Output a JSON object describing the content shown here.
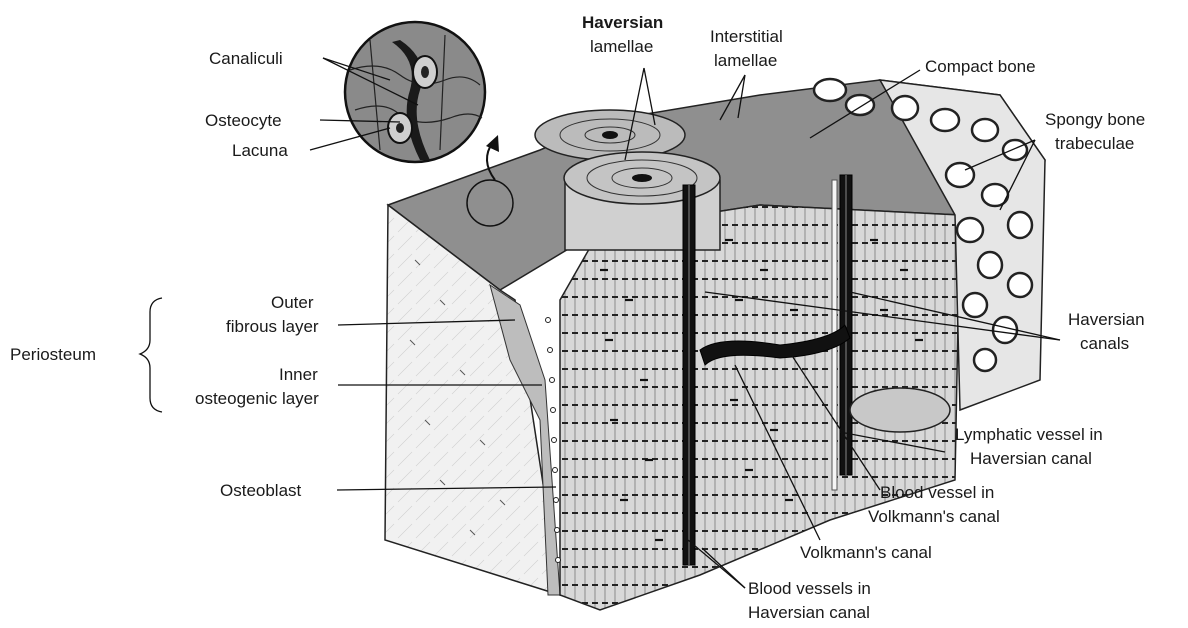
{
  "labels": {
    "haversian_lamellae": [
      "Haversian",
      "lamellae"
    ],
    "interstitial_lamellae": [
      "Interstitial",
      "lamellae"
    ],
    "compact_bone": "Compact bone",
    "spongy_bone_trabeculae": [
      "Spongy bone",
      "trabeculae"
    ],
    "canaliculi": "Canaliculi",
    "osteocyte": "Osteocyte",
    "lacuna": "Lacuna",
    "periosteum": "Periosteum",
    "outer_fibrous_layer": [
      "Outer",
      "fibrous layer"
    ],
    "inner_osteogenic_layer": [
      "Inner",
      "osteogenic layer"
    ],
    "osteoblast": "Osteoblast",
    "haversian_canals": [
      "Haversian",
      "canals"
    ],
    "lymphatic_vessel": [
      "Lymphatic vessel in",
      "Haversian canal"
    ],
    "blood_vessel_volkmann": [
      "Blood vessel in",
      "Volkmann's canal"
    ],
    "volkmanns_canal": "Volkmann's canal",
    "blood_vessels_haversian": [
      "Blood vessels in",
      "Haversian canal"
    ]
  },
  "colors": {
    "ink": "#1a1a1a",
    "bone_light": "#e8e8e8",
    "bone_mid": "#9a9a9a",
    "bone_dark": "#3a3a3a",
    "canal": "#0d0d0d"
  }
}
